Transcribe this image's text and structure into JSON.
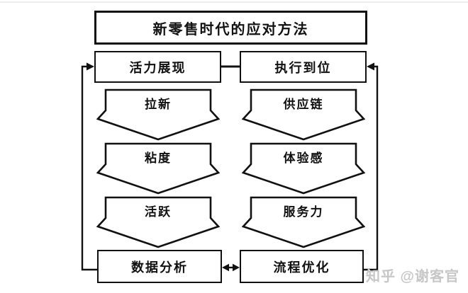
{
  "title": "新零售时代的应对方法",
  "left_flow": {
    "top_box": "活力展现",
    "steps": [
      "拉新",
      "粘度",
      "活跃"
    ],
    "bottom_box": "数据分析"
  },
  "right_flow": {
    "top_box": "执行到位",
    "steps": [
      "供应链",
      "体验感",
      "服务力"
    ],
    "bottom_box": "流程优化"
  },
  "watermark": "知乎 @谢客官",
  "colors": {
    "line": "#111111",
    "background": "#ffffff",
    "watermark": "#c7c7c7"
  }
}
